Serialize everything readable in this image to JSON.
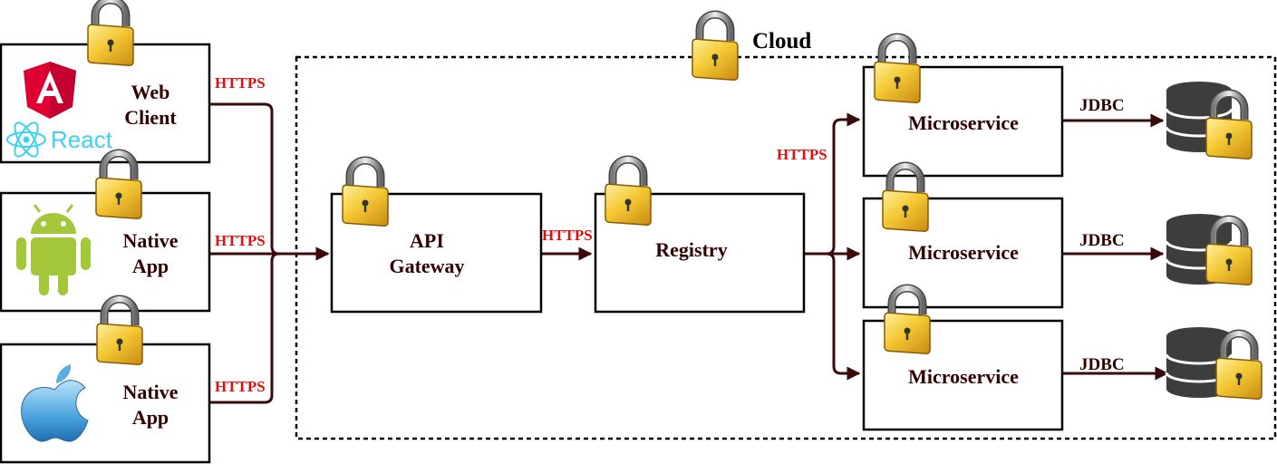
{
  "cloud": {
    "label": "Cloud"
  },
  "clients": [
    {
      "id": "web",
      "line1": "Web",
      "line2": "Client",
      "logo": "angular-react-logo",
      "protocol": "HTTPS"
    },
    {
      "id": "android",
      "line1": "Native",
      "line2": "App",
      "logo": "android-logo",
      "protocol": "HTTPS"
    },
    {
      "id": "ios",
      "line1": "Native",
      "line2": "App",
      "logo": "apple-logo",
      "protocol": "HTTPS"
    }
  ],
  "react_text": "React",
  "gateway": {
    "line1": "API",
    "line2": "Gateway"
  },
  "gateway_to_registry": "HTTPS",
  "registry": {
    "label": "Registry"
  },
  "registry_to_services": "HTTPS",
  "microservices": [
    {
      "label": "Microservice",
      "protocol": "JDBC"
    },
    {
      "label": "Microservice",
      "protocol": "JDBC"
    },
    {
      "label": "Microservice",
      "protocol": "JDBC"
    }
  ],
  "icons": {
    "lock": "padlock-icon",
    "database": "database-icon"
  },
  "colors": {
    "arrow": "#3a0a0a",
    "protocol_label": "#e01010",
    "node_text": "#330000",
    "lock_gold": "#f2c230"
  }
}
